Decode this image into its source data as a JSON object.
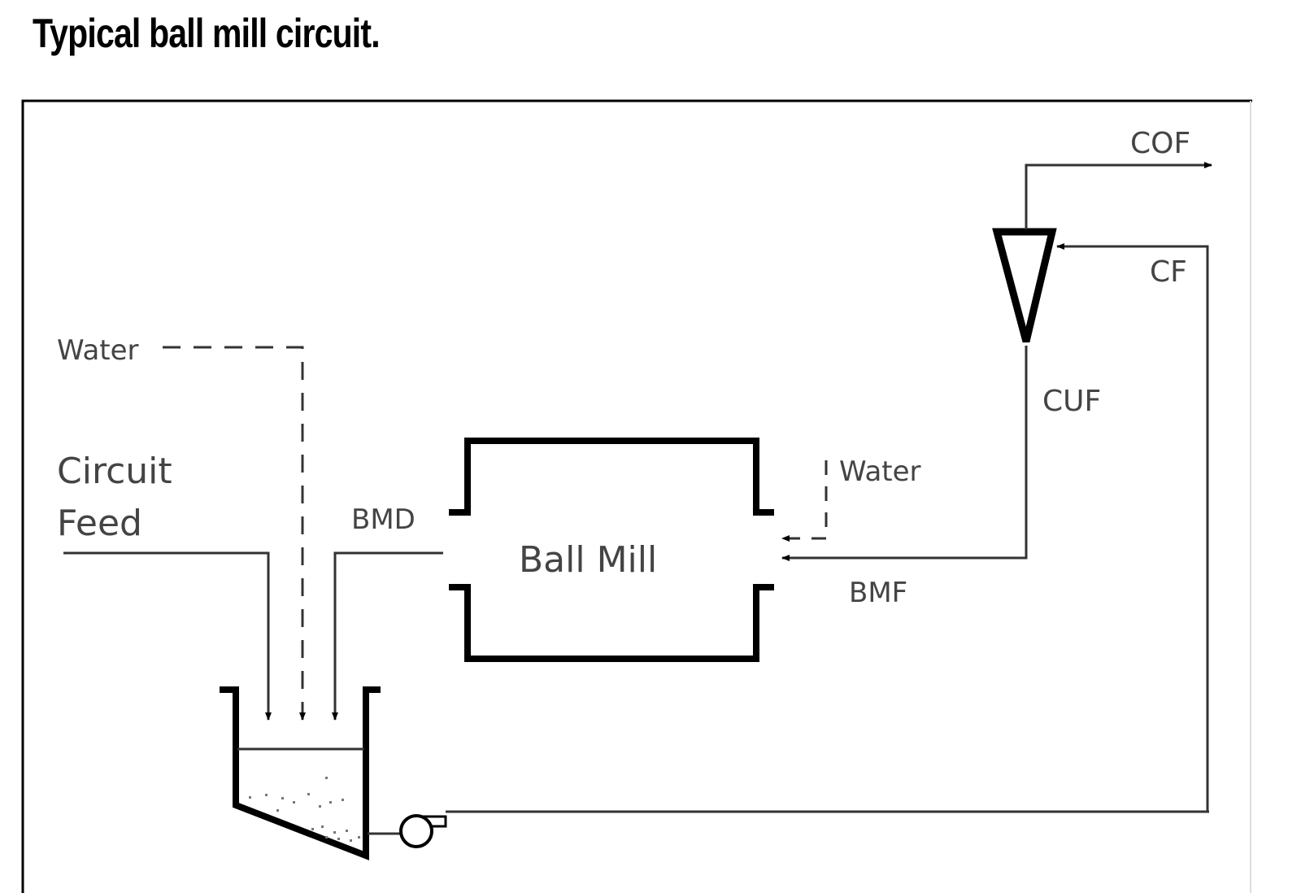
{
  "title": "Typical ball mill circuit.",
  "labels": {
    "cof": "COF",
    "cf": "CF",
    "cuf": "CUF",
    "water_top": "Water",
    "water_right": "Water",
    "circuit_feed_line1": "Circuit",
    "circuit_feed_line2": "Feed",
    "bmd": "BMD",
    "ball_mill": "Ball Mill",
    "bmf": "BMF"
  },
  "colors": {
    "line": "#000000",
    "label": "#444444",
    "frame": "#000000"
  }
}
